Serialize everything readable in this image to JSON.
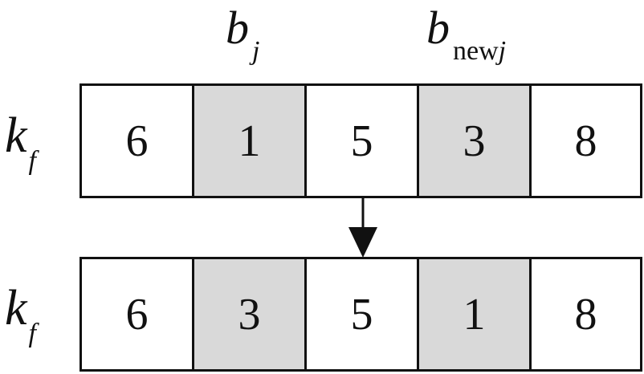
{
  "headers": {
    "b_j": {
      "base": "b",
      "subscript": "j"
    },
    "b_newj": {
      "base": "b",
      "subscript_upright": "new",
      "subscript_italic": "j"
    }
  },
  "rows": [
    {
      "label": {
        "base": "k",
        "subscript": "f"
      },
      "cells": [
        {
          "value": "6",
          "shaded": false
        },
        {
          "value": "1",
          "shaded": true
        },
        {
          "value": "5",
          "shaded": false
        },
        {
          "value": "3",
          "shaded": true
        },
        {
          "value": "8",
          "shaded": false
        }
      ]
    },
    {
      "label": {
        "base": "k",
        "subscript": "f"
      },
      "cells": [
        {
          "value": "6",
          "shaded": false
        },
        {
          "value": "3",
          "shaded": true
        },
        {
          "value": "5",
          "shaded": false
        },
        {
          "value": "1",
          "shaded": true
        },
        {
          "value": "8",
          "shaded": false
        }
      ]
    }
  ],
  "colors": {
    "shaded_cell": "#d9d9d9",
    "plain_cell": "#ffffff",
    "stroke": "#111111"
  },
  "icons": {
    "transition": "down-arrow-icon"
  }
}
